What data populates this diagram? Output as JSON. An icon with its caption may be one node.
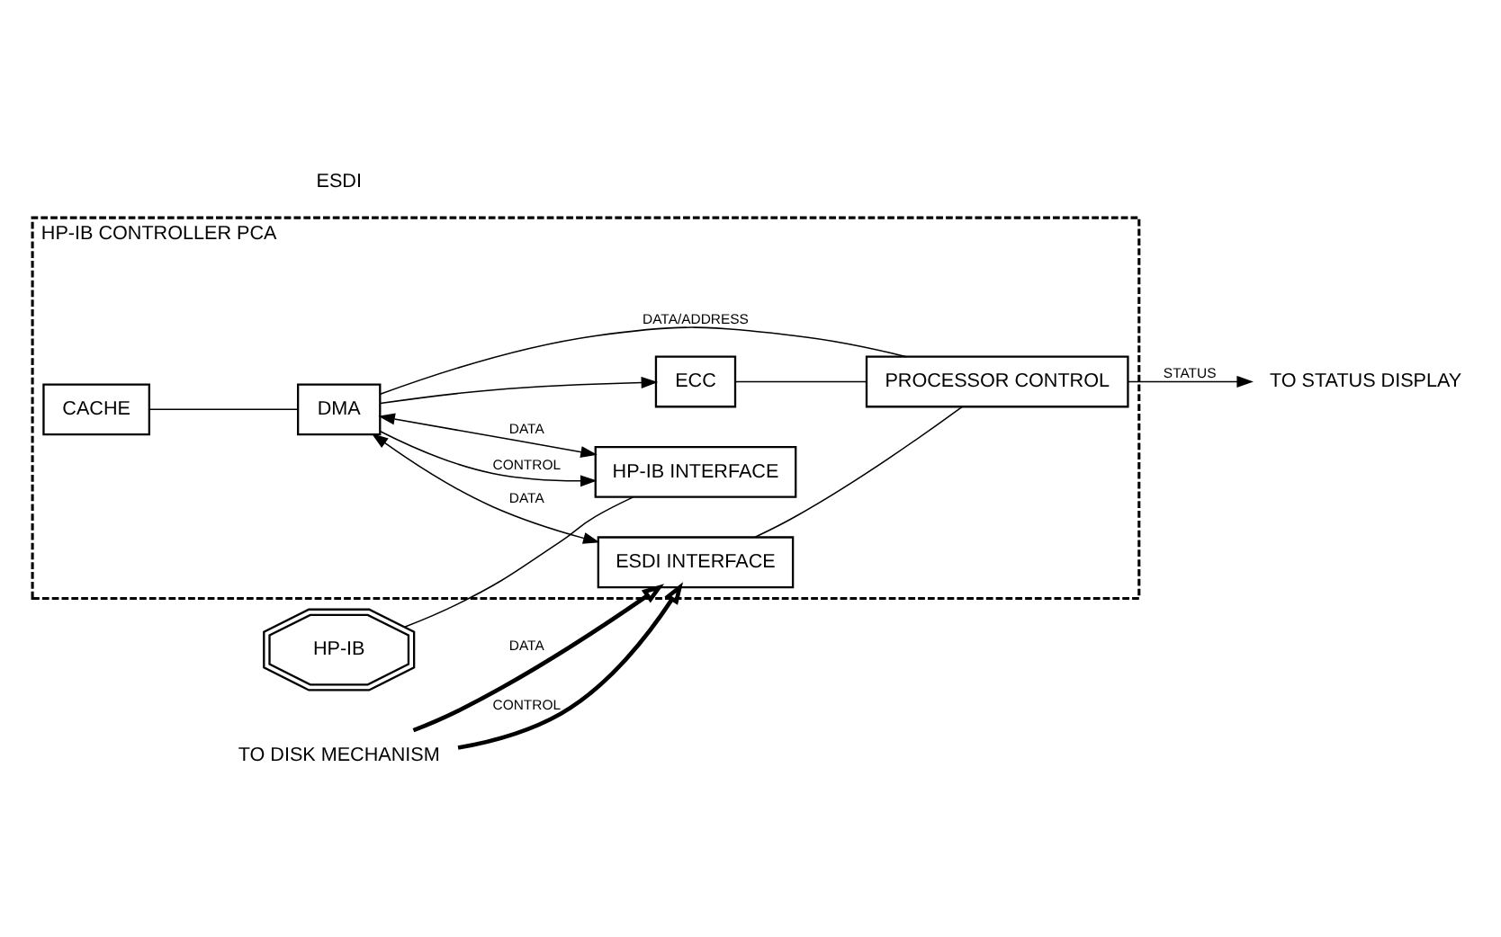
{
  "diagram": {
    "nodes": [
      {
        "text": [
          "HP-IB CONTROLLER PCA"
        ]
      },
      {
        "text": [
          "CACHE"
        ],
        "in": 0
      },
      {
        "text": [
          "HP-IB INTERFACE"
        ],
        "in": 0
      },
      {
        "text": [
          "DMA"
        ],
        "in": 0
      },
      {
        "text": [
          "ESDI INTERFACE"
        ],
        "in": 0
      },
      {
        "text": [
          "ECC"
        ],
        "in": 0
      },
      {
        "text": [
          "PROCESSOR CONTROL"
        ],
        "in": 0
      },
      {
        "text": [
          "HP-IB"
        ]
      },
      {
        "text": [
          "TO DISK MECHANISM"
        ]
      },
      {
        "text": [
          "TO STATUS DISPLAY"
        ]
      }
    ],
    "edges": [
      {
        "from": 7,
        "to": 2,
        "arrow": "none"
      },
      {
        "from": 1,
        "to": 3,
        "arrow": "none"
      },
      {
        "from": 2,
        "to": 3,
        "arrow": "both",
        "label": "DATA"
      },
      {
        "from": 3,
        "to": 2,
        "arrow": "to",
        "label": "CONTROL"
      },
      {
        "from": 3,
        "to": 4,
        "arrow": "both",
        "label": "DATA"
      },
      {
        "from": 3,
        "to": 5,
        "arrow": "to"
      },
      {
        "from": 8,
        "to": 4,
        "arrow": "to",
        "label": "DATA",
        "style": "thick"
      },
      {
        "from": 8,
        "to": 4,
        "arrow": "to",
        "label": "CONTROL",
        "style": "thick"
      },
      {
        "from": 3,
        "to": 6,
        "arrow": "none",
        "label": "DATA/ADDRESS"
      },
      {
        "from": 5,
        "to": 6,
        "arrow": "none"
      },
      {
        "from": 4,
        "to": 6,
        "arrow": "none"
      },
      {
        "from": 6,
        "to": 9,
        "arrow": "to",
        "label": "STATUS"
      }
    ],
    "labels": [
      "ESDI"
    ]
  }
}
